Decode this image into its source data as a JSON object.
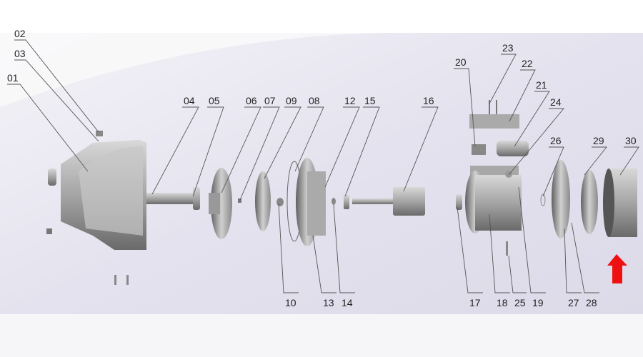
{
  "diagram": {
    "title": "Pump exploded view",
    "labels": [
      "02",
      "03",
      "01",
      "04",
      "05",
      "06",
      "07",
      "09",
      "08",
      "12",
      "15",
      "16",
      "20",
      "23",
      "22",
      "21",
      "24",
      "26",
      "29",
      "30",
      "10",
      "13",
      "14",
      "17",
      "18",
      "25",
      "19",
      "27",
      "28"
    ],
    "arrow_color": "#ee1111",
    "background_color": "#e6e4f0"
  }
}
